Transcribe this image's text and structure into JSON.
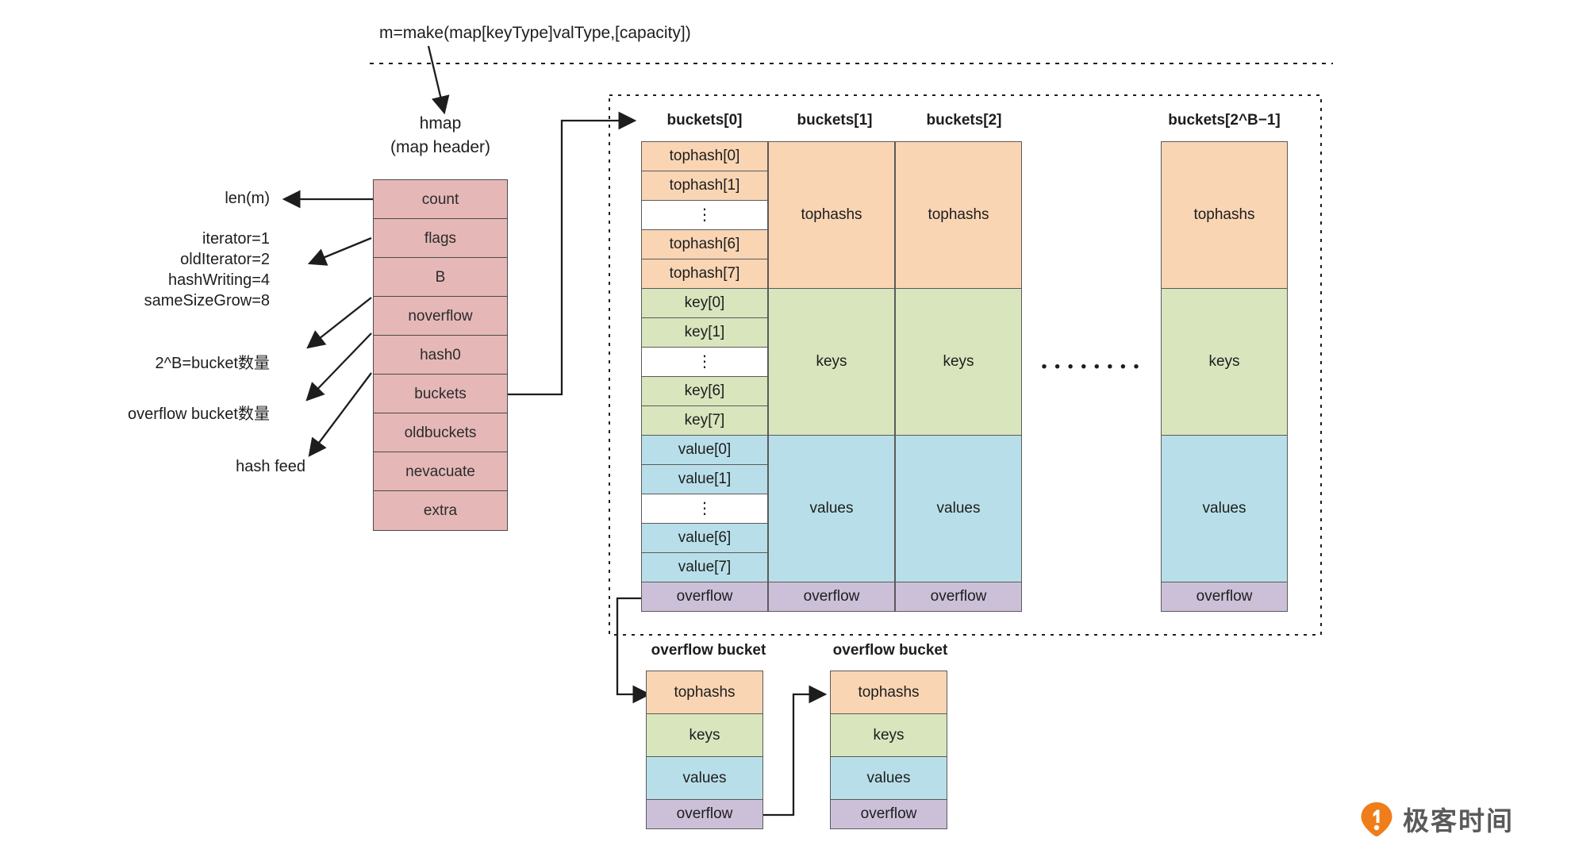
{
  "title_expression": "m=make(map[keyType]valType,[capacity])",
  "hmap": {
    "title_line1": "hmap",
    "title_line2": "(map header)",
    "fields": [
      "count",
      "flags",
      "B",
      "noverflow",
      "hash0",
      "buckets",
      "oldbuckets",
      "nevacuate",
      "extra"
    ]
  },
  "annotations": {
    "count": "len(m)",
    "flags_line1": "iterator=1",
    "flags_line2": "oldIterator=2",
    "flags_line3": "hashWriting=4",
    "flags_line4": "sameSizeGrow=8",
    "b": "2^B=bucket数量",
    "noverflow": "overflow bucket数量",
    "hash0": "hash feed"
  },
  "buckets_area": {
    "headers": [
      "buckets[0]",
      "buckets[1]",
      "buckets[2]",
      "buckets[2^B−1]"
    ],
    "ellipsis": "• • • • • • • •",
    "detail_column": {
      "tophash": [
        "tophash[0]",
        "tophash[1]",
        "⋮",
        "tophash[6]",
        "tophash[7]"
      ],
      "keys": [
        "key[0]",
        "key[1]",
        "⋮",
        "key[6]",
        "key[7]"
      ],
      "values": [
        "value[0]",
        "value[1]",
        "⋮",
        "value[6]",
        "value[7]"
      ],
      "overflow": "overflow"
    },
    "summary_column": {
      "tophash": "tophashs",
      "keys": "keys",
      "values": "values",
      "overflow": "overflow"
    }
  },
  "overflow_buckets": [
    {
      "header": "overflow bucket",
      "tophash": "tophashs",
      "keys": "keys",
      "values": "values",
      "overflow": "overflow"
    },
    {
      "header": "overflow bucket",
      "tophash": "tophashs",
      "keys": "keys",
      "values": "values",
      "overflow": "overflow"
    }
  ],
  "brand": {
    "name": "极客时间"
  },
  "colors": {
    "tophash": "#fad5b4",
    "keys": "#d9e5bd",
    "values": "#b8dfe9",
    "overflow": "#ccc0d9",
    "hmap": "#e5b8b7",
    "brand_orange": "#ef7d1a",
    "line": "#1d1d1d"
  }
}
